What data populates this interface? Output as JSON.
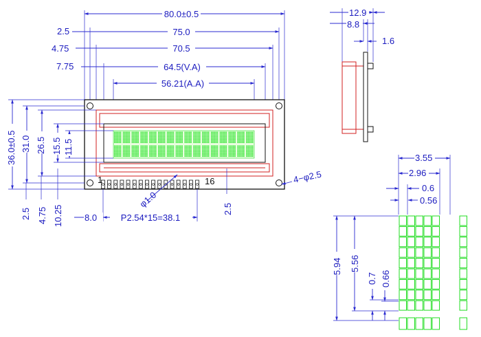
{
  "drawing": {
    "front": {
      "overall_width": "80.0±0.5",
      "hole_pitch_w": "75.0",
      "bezel_outer_w": "70.5",
      "view_area_w": "64.5(V.A)",
      "active_area_w": "56.21(A.A)",
      "left_off_2_5": "2.5",
      "left_off_4_75": "4.75",
      "left_off_7_75": "7.75",
      "overall_height": "36.0±0.5",
      "hole_pitch_h": "31.0",
      "bezel_h": "26.5",
      "view_h": "15.5",
      "active_h": "11.5",
      "bottom_2_5": "2.5",
      "bottom_4_75": "4.75",
      "bottom_10_25": "10.25",
      "pin_left_off": "8.0",
      "pin_pitch": "P2.54*15=38.1",
      "pin_bottom": "2.5",
      "pin_dia": "φ1.0",
      "hole_dia": "4−φ2.5",
      "pin_first": "1",
      "pin_last": "16",
      "rows": 2,
      "chars_per_row": 16
    },
    "side": {
      "thickness": "12.9",
      "body": "8.8",
      "pcb": "1.6"
    },
    "detail": {
      "char_w": "3.55",
      "dot_pitch_w": "2.96",
      "dot_w": "0.6",
      "dot_gap_w": "0.56",
      "char_h": "5.94",
      "dot_pitch_h": "5.56",
      "dot_h": "0.7",
      "dot_gap_h": "0.66"
    },
    "colors": {
      "dimension": "#2a2ad0",
      "bezel": "#d21f1f",
      "segments": "#22dd22"
    }
  }
}
